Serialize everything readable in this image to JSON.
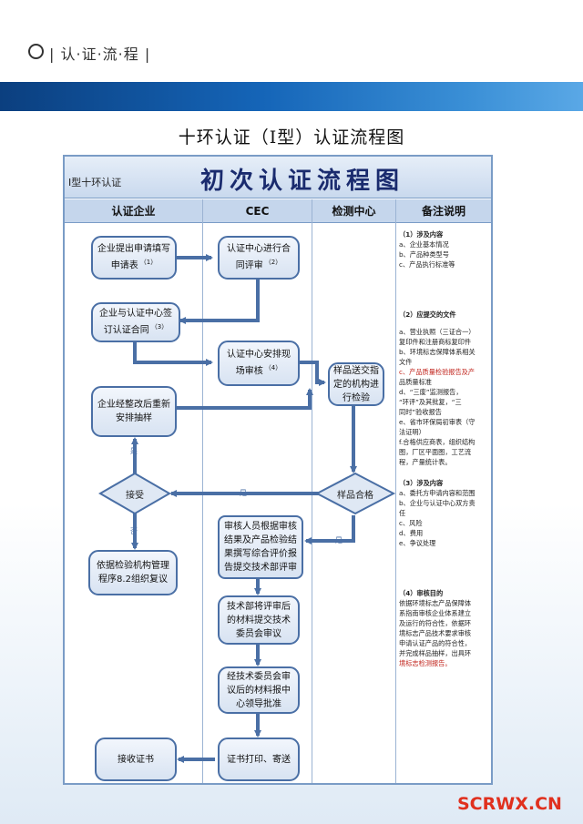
{
  "header": {
    "section": "| 认·证·流·程 |"
  },
  "title": "十环认证（Ⅰ型）认证流程图",
  "frame": {
    "label": "Ⅰ型十环认证",
    "heading": "初次认证流程图"
  },
  "columns": [
    "认证企业",
    "CEC",
    "检测中心",
    "备注说明"
  ],
  "steps": {
    "apply": "企业提出申请填写申请表",
    "contract_review": "认证中心进行合同评审",
    "sign_contract": "企业与认证中心签订认证合同",
    "arrange_audit": "认证中心安排现场审核",
    "send_sample": "样品送交指定的机构进行检验",
    "resample": "企业经整改后重新安排抽样",
    "accept": "接受",
    "sample_ok": "样品合格",
    "review_report": "审核人员根据审核结果及产品检验结果撰写综合评价报告提交技术部评审",
    "reinspect": "依据检验机构管理程序8.2组织复议",
    "committee": "技术部将评审后的材料提交技术委员会审议",
    "approve": "经技术委员会审议后的材料报中心领导批准",
    "print": "证书打印、寄送",
    "receive": "接收证书"
  },
  "refs": {
    "apply": "（1）",
    "contract_review": "（2）",
    "sign_contract": "（3）",
    "arrange_audit": "（4）"
  },
  "edge_labels": {
    "yes1": "是",
    "no1": "否",
    "yes2": "是",
    "yes3": "是"
  },
  "notes": [
    {
      "head": "（1）涉及内容",
      "lines": [
        "a、企业基本情况",
        "b、产品种类型号",
        "c、产品执行标准等"
      ]
    },
    {
      "head": "（2）应提交的文件",
      "lines": [
        "a、营业执照（三证合一）",
        "复印件和注册商标复印件",
        "b、环境标志保障体系相关",
        "文件",
        "c、产品质量检验报告及产",
        "品质量标准",
        "d、“三废”监测报告，",
        "“环评”及其批复，“三",
        "同时”验收报告",
        "e、省市环保局初审表（守",
        "法证明）",
        "f.合格供应商表，组织结构",
        "图，厂区平面图，工艺流",
        "程，产量统计表。"
      ]
    },
    {
      "head": "（3）涉及内容",
      "lines": [
        "a、委托方申请内容和范围",
        "b、企业与认证中心双方责",
        "任",
        "c、风险",
        "d、费用",
        "e、争议处理"
      ]
    },
    {
      "head": "（4）审核目的",
      "lines": [
        "依据环境标志产品保障体",
        "系指南审核企业体系建立",
        "及运行的符合性，依据环",
        "境标志产品技术要求审核",
        "申请认证产品的符合性，",
        "并完成样品抽样，出具环",
        "境标志检测报告。"
      ]
    }
  ],
  "watermark": "SCRWX.CN",
  "colors": {
    "accent": "#4a6fa5",
    "arrow": "#4a6fa5",
    "band": "#1565b8",
    "note_red": "#c0221a"
  }
}
